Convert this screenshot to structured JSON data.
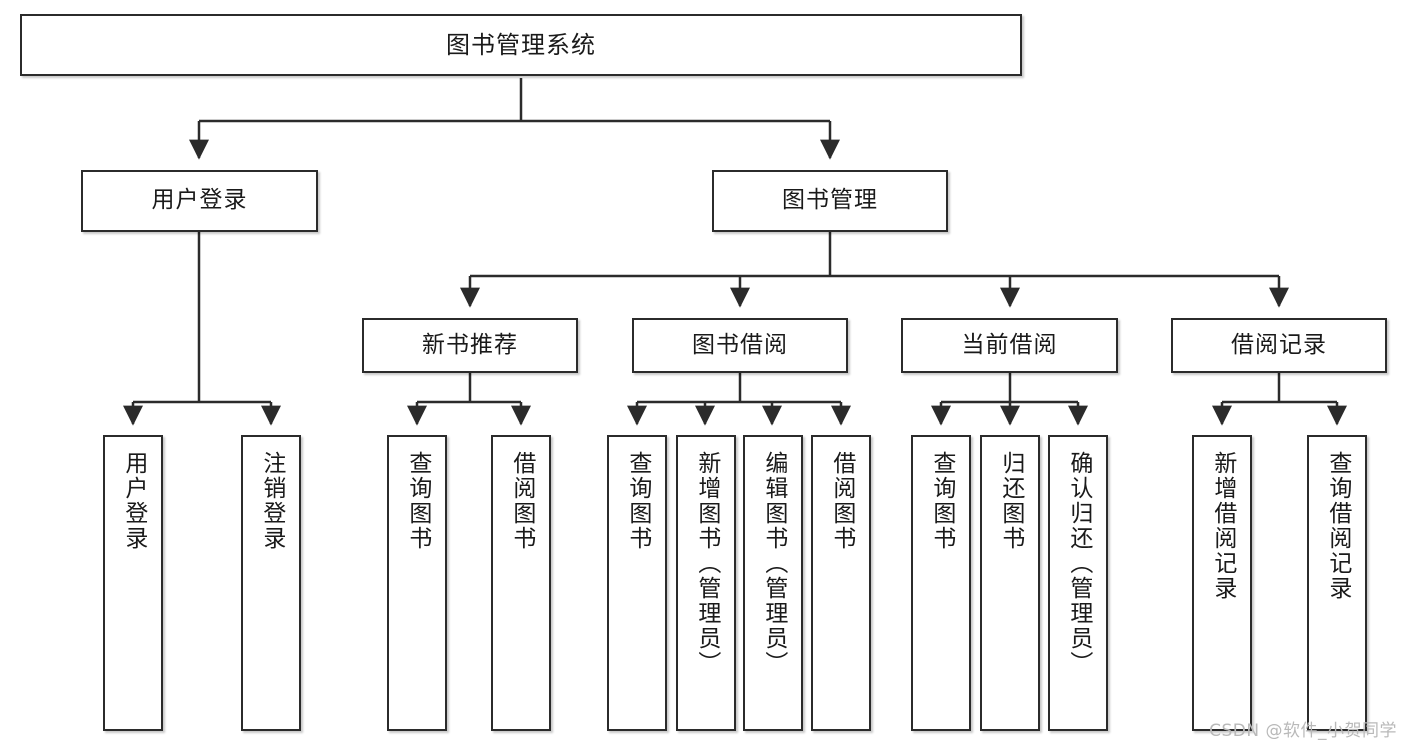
{
  "diagram": {
    "title": "图书管理系统",
    "type": "tree-hierarchy-diagram",
    "watermark": "CSDN @软件_小贺同学",
    "colors": {
      "stroke": "#2b2b2b",
      "fill": "#ffffff",
      "text": "#1a1a1a",
      "watermark": "#b9b9b9"
    },
    "nodes": {
      "root": {
        "label": "图书管理系统"
      },
      "level2": [
        {
          "id": "user-login",
          "label": "用户登录"
        },
        {
          "id": "book-manage",
          "label": "图书管理"
        }
      ],
      "level3": [
        {
          "id": "new-book-recommend",
          "label": "新书推荐"
        },
        {
          "id": "book-borrow",
          "label": "图书借阅"
        },
        {
          "id": "current-borrow",
          "label": "当前借阅"
        },
        {
          "id": "borrow-record",
          "label": "借阅记录"
        }
      ],
      "leaves": {
        "user-login": [
          {
            "id": "leaf-user-login",
            "label": "用户登录"
          },
          {
            "id": "leaf-logout",
            "label": "注销登录"
          }
        ],
        "new-book-recommend": [
          {
            "id": "leaf-query-book-1",
            "label": "查询图书"
          },
          {
            "id": "leaf-borrow-book-1",
            "label": "借阅图书"
          }
        ],
        "book-borrow": [
          {
            "id": "leaf-query-book-2",
            "label": "查询图书"
          },
          {
            "id": "leaf-add-book",
            "label": "新增图书（管理员）"
          },
          {
            "id": "leaf-edit-book",
            "label": "编辑图书（管理员）"
          },
          {
            "id": "leaf-borrow-book-2",
            "label": "借阅图书"
          }
        ],
        "current-borrow": [
          {
            "id": "leaf-query-book-3",
            "label": "查询图书"
          },
          {
            "id": "leaf-return-book",
            "label": "归还图书"
          },
          {
            "id": "leaf-confirm-return",
            "label": "确认归还（管理员）"
          }
        ],
        "borrow-record": [
          {
            "id": "leaf-add-record",
            "label": "新增借阅记录"
          },
          {
            "id": "leaf-query-record",
            "label": "查询借阅记录"
          }
        ]
      }
    }
  }
}
